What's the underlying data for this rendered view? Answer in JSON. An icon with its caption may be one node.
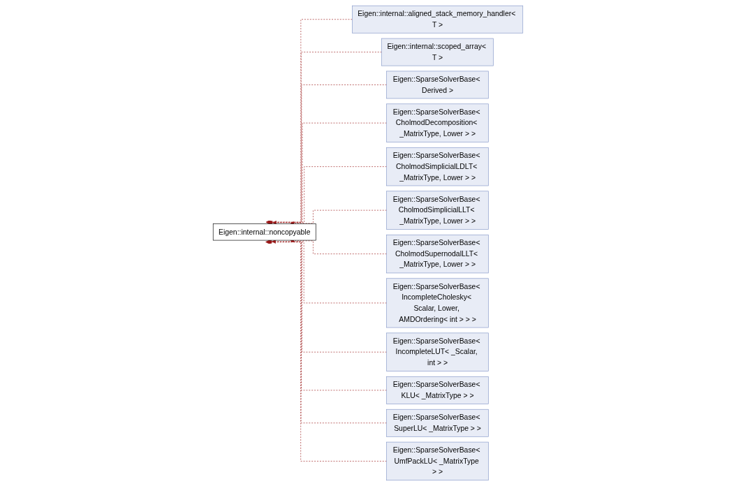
{
  "diagram": {
    "nodes": [
      {
        "text": [
          "Eigen::internal::noncopyable"
        ]
      },
      {
        "text": [
          "Eigen::internal::aligned_stack_memory_handler< T >"
        ]
      },
      {
        "text": [
          "Eigen::internal::scoped_array< T >"
        ]
      },
      {
        "text": [
          "Eigen::SparseSolverBase< Derived >"
        ]
      },
      {
        "text": [
          "Eigen::SparseSolverBase< CholmodDecomposition< _MatrixType, Lower > >"
        ]
      },
      {
        "text": [
          "Eigen::SparseSolverBase< CholmodSimplicialLDLT< _MatrixType, Lower > >"
        ]
      },
      {
        "text": [
          "Eigen::SparseSolverBase< CholmodSimplicialLLT< _MatrixType, Lower > >"
        ]
      },
      {
        "text": [
          "Eigen::SparseSolverBase< CholmodSupernodalLLT< _MatrixType, Lower > >"
        ]
      },
      {
        "text": [
          "Eigen::SparseSolverBase< IncompleteCholesky< Scalar, Lower, AMDOrdering< int > > >"
        ]
      },
      {
        "text": [
          "Eigen::SparseSolverBase< IncompleteLUT< _Scalar, int > >"
        ]
      },
      {
        "text": [
          "Eigen::SparseSolverBase< KLU< _MatrixType > >"
        ]
      },
      {
        "text": [
          "Eigen::SparseSolverBase< SuperLU< _MatrixType > >"
        ]
      },
      {
        "text": [
          "Eigen::SparseSolverBase< UmfPackLU< _MatrixType > >"
        ]
      }
    ],
    "edges": [
      {
        "from": 1,
        "to": 0,
        "arrow": "to",
        "style": "dashed"
      },
      {
        "from": 2,
        "to": 0,
        "arrow": "to",
        "style": "dashed"
      },
      {
        "from": 3,
        "to": 0,
        "arrow": "to",
        "style": "dashed"
      },
      {
        "from": 4,
        "to": 0,
        "arrow": "to",
        "style": "dashed"
      },
      {
        "from": 5,
        "to": 0,
        "arrow": "to",
        "style": "dashed"
      },
      {
        "from": 6,
        "to": 0,
        "arrow": "to",
        "style": "dashed"
      },
      {
        "from": 7,
        "to": 0,
        "arrow": "to",
        "style": "dashed"
      },
      {
        "from": 8,
        "to": 0,
        "arrow": "to",
        "style": "dashed"
      },
      {
        "from": 9,
        "to": 0,
        "arrow": "to",
        "style": "dashed"
      },
      {
        "from": 10,
        "to": 0,
        "arrow": "to",
        "style": "dashed"
      },
      {
        "from": 11,
        "to": 0,
        "arrow": "to",
        "style": "dashed"
      },
      {
        "from": 12,
        "to": 0,
        "arrow": "to",
        "style": "dashed"
      }
    ]
  }
}
